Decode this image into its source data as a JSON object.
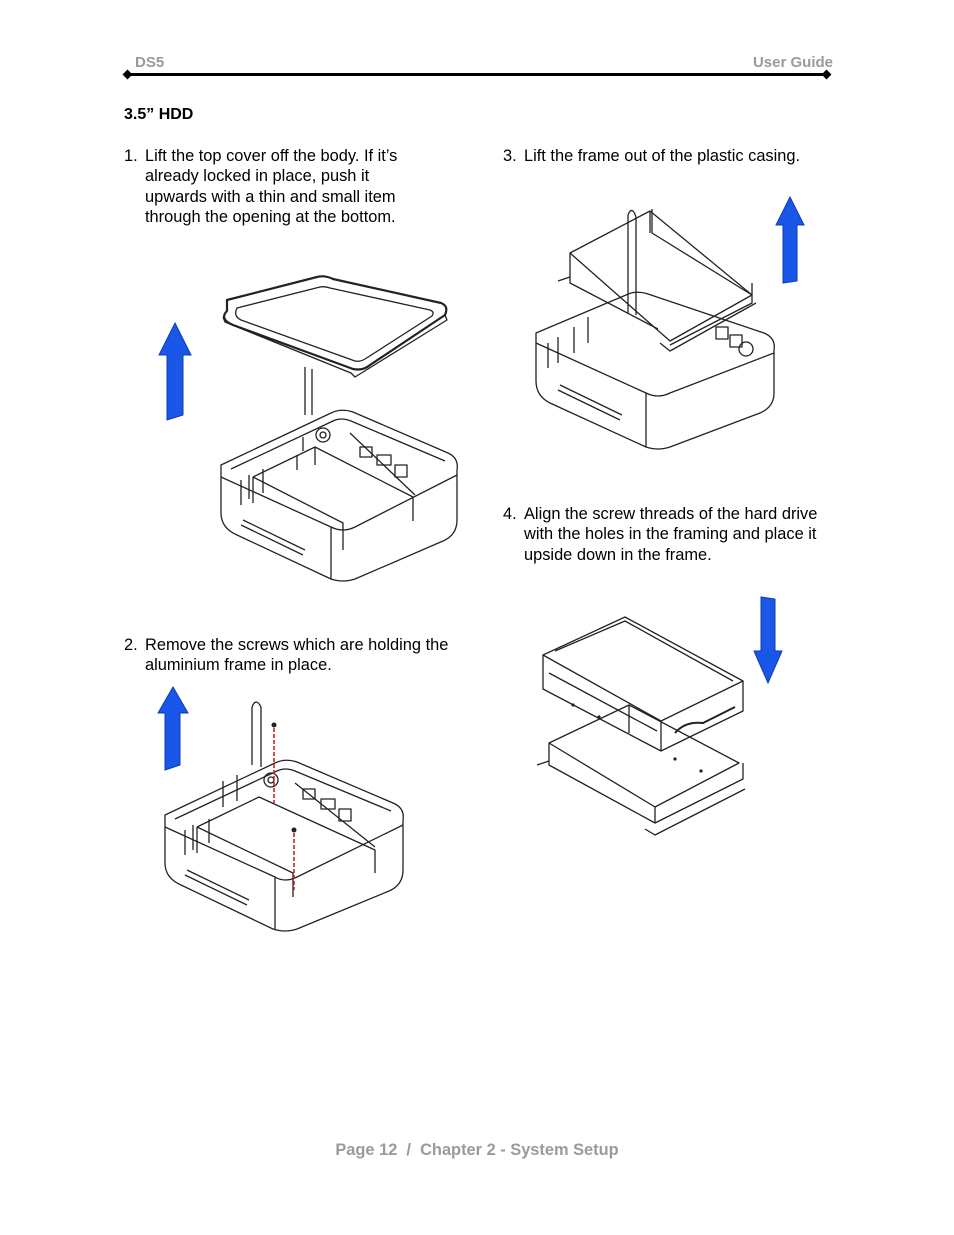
{
  "header": {
    "left": "DS5",
    "right": "User Guide"
  },
  "section_title": "3.5” HDD",
  "steps": [
    {
      "num": "1.",
      "text": "Lift the top cover off the body. If it’s already locked in place, push it upwards with a thin and small item through the opening at the bottom."
    },
    {
      "num": "2.",
      "text": "Remove the screws which are holding the aluminium frame in place."
    },
    {
      "num": "3.",
      "text": "Lift the frame out of the plastic casing."
    },
    {
      "num": "4.",
      "text": "Align the screw threads of the hard drive with the holes in the framing and place it upside down in the frame."
    }
  ],
  "footer": {
    "page": "Page 12",
    "sep": "  /  ",
    "chapter": "Chapter 2 - System Setup"
  },
  "colors": {
    "arrow": "#1a56e8",
    "screw_line": "#d62020",
    "header_gray": "#9a9a9a"
  }
}
